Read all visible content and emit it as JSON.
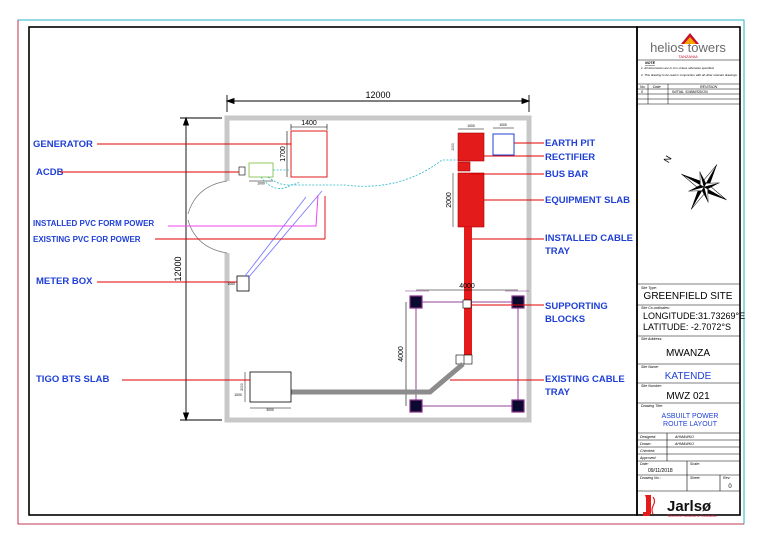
{
  "drawing": {
    "labels": {
      "generator": "GENERATOR",
      "acdb": "ACDB",
      "installed_pvc": "INSTALLED PVC FORM POWER",
      "existing_pvc": "EXISTING PVC FOR POWER",
      "meter_box": "METER BOX",
      "tigo_bts_slab": "TIGO BTS SLAB",
      "earth_pit": "EARTH PIT",
      "rectifier": "RECTIFIER",
      "bus_bar": "BUS BAR",
      "equipment_slab": "EQUIPMENT SLAB",
      "installed_cable_tray_1": "INSTALLED CABLE",
      "installed_cable_tray_2": "TRAY",
      "supporting_blocks_1": "SUPPORTING",
      "supporting_blocks_2": "BLOCKS",
      "existing_cable_tray_1": "EXISTING CABLE",
      "existing_cable_tray_2": "TRAY"
    },
    "dimensions": {
      "site_width": "12000",
      "site_height": "12000",
      "generator_width": "1400",
      "generator_height": "1700",
      "tower_width": "4000",
      "tower_height": "4000",
      "equipment_slab": "2000",
      "rectifier_width": "1000",
      "earth_pit": "1000",
      "acdb_width": "1000",
      "bts_width": "3000",
      "bts_height": "2000",
      "bts_side": "1000",
      "bts_bottom": "3000",
      "meter_box": "1000",
      "rectifier_side": "1000"
    }
  },
  "title_block": {
    "logo_text": "helios towers",
    "logo_sub": "TANZANIA",
    "note_title": "NOTE",
    "note_1": "1. All dimensions are in mm unless otherwise specified.",
    "note_2": "2. This drawing to be read in conjunction with all other relevant drawings.",
    "rev_no": "No.",
    "rev_date": "Date",
    "rev_revision": "REVISION",
    "rev_row_no": "0",
    "rev_row_desc": "INITIAL SUBMISSION",
    "site_type_label": "Site Type:",
    "site_type": "GREENFIELD SITE",
    "coords_label": "Site Co-ordinates:",
    "longitude": "LONGITUDE:31.73269°E",
    "latitude": "LATITUDE: -2.7072°S",
    "address_label": "Site Address:",
    "address": "MWANZA",
    "name_label": "Site Name:",
    "name": "KATENDE",
    "number_label": "Site Number:",
    "number": "MWZ 021",
    "title_label": "Drawing Title:",
    "title_1": "ASBUILT POWER",
    "title_2": "ROUTE  LAYOUT",
    "designed_label": "Designed:",
    "designed": "AHMAWKO",
    "drawn_label": "Drawn:",
    "drawn": "AHMAWKO",
    "checked_label": "Checked:",
    "approved_label": "Approved:",
    "date_label": "Date:",
    "date": "09/11/2018",
    "scale_label": "Scale:",
    "drawing_no_label": "Drawing No.:",
    "sheet_label": "Sheet:",
    "rev_label": "Rev:",
    "rev_value": "0",
    "company": "Jarlsø",
    "company_sub": "Telecom Solutions Tanzania"
  },
  "colors": {
    "label_blue": "#1f3fd6",
    "leader_red": "#e00000",
    "slab_red": "#e41b1b",
    "tower_purple": "#8a2f8a",
    "pvc_magenta": "#ee44ee",
    "fence_grey": "#c8c8c8",
    "border_cyan": "#29b6c9",
    "border_red": "#d21c3a"
  }
}
